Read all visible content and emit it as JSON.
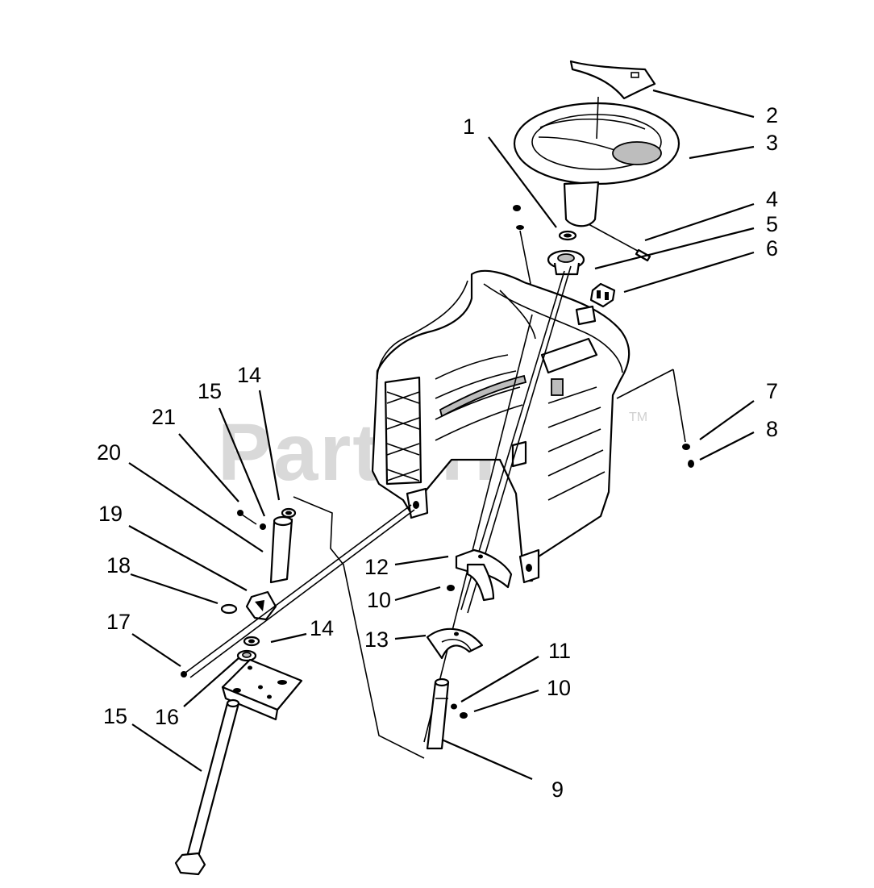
{
  "watermark": {
    "text": "PartsTree",
    "trademark": "TM"
  },
  "callouts": [
    "1",
    "2",
    "3",
    "4",
    "5",
    "6",
    "7",
    "8",
    "9",
    "10",
    "10",
    "11",
    "12",
    "13",
    "14",
    "14",
    "15",
    "15",
    "16",
    "17",
    "18",
    "19",
    "20",
    "21"
  ]
}
